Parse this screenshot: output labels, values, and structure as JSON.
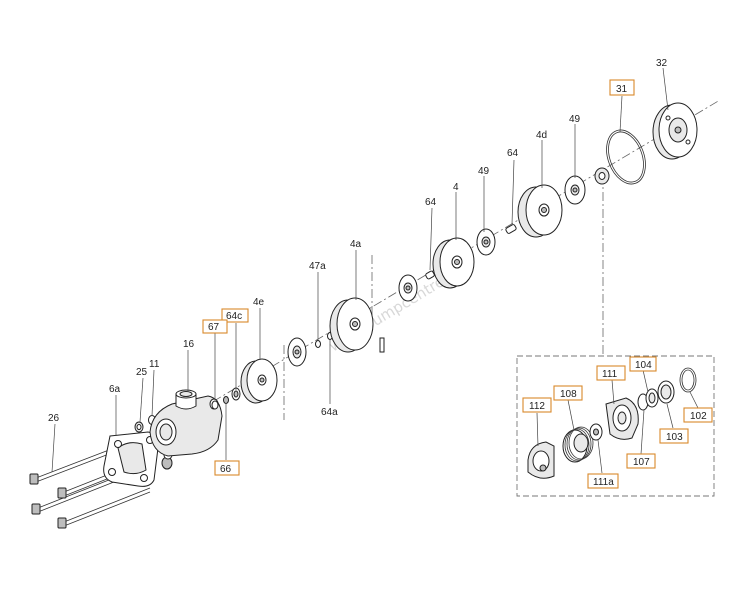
{
  "watermark": "www.pumpcentre.ua",
  "labels": {
    "p32": "32",
    "p31": "31",
    "p49a": "49",
    "p4d": "4d",
    "p64a": "64",
    "p49b": "49",
    "p4": "4",
    "p64b": "64",
    "p4a": "4a",
    "p47a": "47a",
    "p64a_low": "64a",
    "p4e": "4e",
    "p64c": "64c",
    "p67": "67",
    "p66": "66",
    "p16": "16",
    "p11": "11",
    "p25": "25",
    "p6a": "6a",
    "p26": "26",
    "p104": "104",
    "p111": "111",
    "p108": "108",
    "p112": "112",
    "p102": "102",
    "p103": "103",
    "p107": "107",
    "p111a": "111a"
  },
  "colors": {
    "box_border": "#d9892b",
    "line": "#222222",
    "axis": "#666666"
  }
}
